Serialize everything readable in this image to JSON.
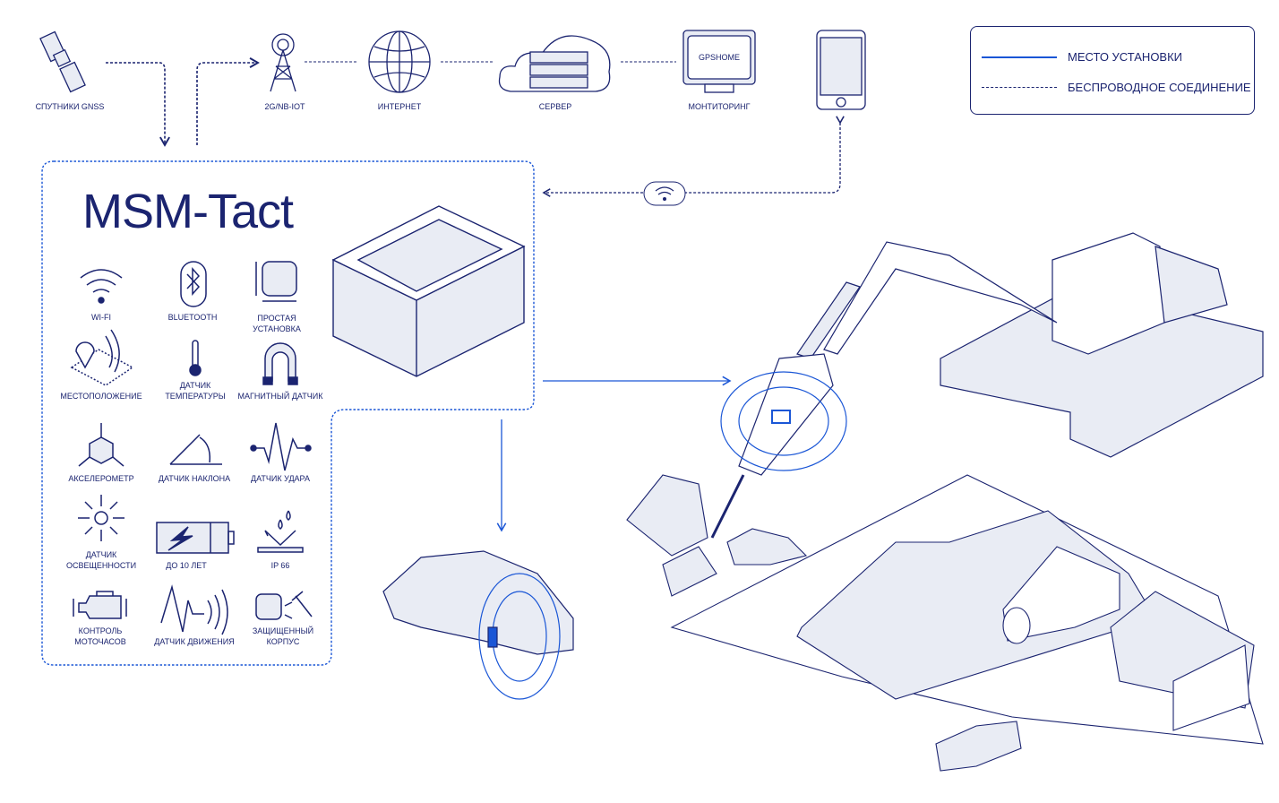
{
  "title": "MSM-Tact",
  "top_chain": [
    {
      "icon": "satellite-icon",
      "label": "СПУТНИКИ GNSS"
    },
    {
      "icon": "cell-tower-icon",
      "label": "2G/NB-IOT"
    },
    {
      "icon": "globe-icon",
      "label": "ИНТЕРНЕТ"
    },
    {
      "icon": "cloud-server-icon",
      "label": "СЕРВЕР"
    },
    {
      "icon": "monitor-icon",
      "label": "МОНТИТОРИНГ",
      "screen_text": "GPSHOME"
    },
    {
      "icon": "smartphone-icon",
      "label": ""
    }
  ],
  "legend": {
    "install": "МЕСТО УСТАНОВКИ",
    "wireless": "БЕСПРОВОДНОЕ СОЕДИНЕНИЕ"
  },
  "features": [
    {
      "icon": "wifi-icon",
      "label": "WI-FI"
    },
    {
      "icon": "bluetooth-icon",
      "label": "BLUETOOTH"
    },
    {
      "icon": "easy-install-icon",
      "label": "ПРОСТАЯ УСТАНОВКА"
    },
    {
      "icon": "location-icon",
      "label": "МЕСТОПОЛОЖЕНИЕ"
    },
    {
      "icon": "thermometer-icon",
      "label": "ДАТЧИК ТЕМПЕРАТУРЫ"
    },
    {
      "icon": "magnet-icon",
      "label": "МАГНИТНЫЙ ДАТЧИК"
    },
    {
      "icon": "accelerometer-icon",
      "label": "АКСЕЛЕРОМЕТР"
    },
    {
      "icon": "tilt-icon",
      "label": "ДАТЧИК НАКЛОНА"
    },
    {
      "icon": "shock-icon",
      "label": "ДАТЧИК УДАРА"
    },
    {
      "icon": "light-sensor-icon",
      "label": "ДАТЧИК ОСВЕЩЕННОСТИ"
    },
    {
      "icon": "battery-icon",
      "label": "ДО 10 ЛЕТ"
    },
    {
      "icon": "water-drop-icon",
      "label": "IP 66"
    },
    {
      "icon": "engine-icon",
      "label": "КОНТРОЛЬ МОТОЧАСОВ"
    },
    {
      "icon": "motion-icon",
      "label": "ДАТЧИК ДВИЖЕНИЯ"
    },
    {
      "icon": "protected-case-icon",
      "label": "ЗАЩИЩЕННЫЙ КОРПУС"
    }
  ],
  "colors": {
    "navy": "#1b2470",
    "accent": "#1a56d6",
    "fill": "#e9ecf4"
  }
}
